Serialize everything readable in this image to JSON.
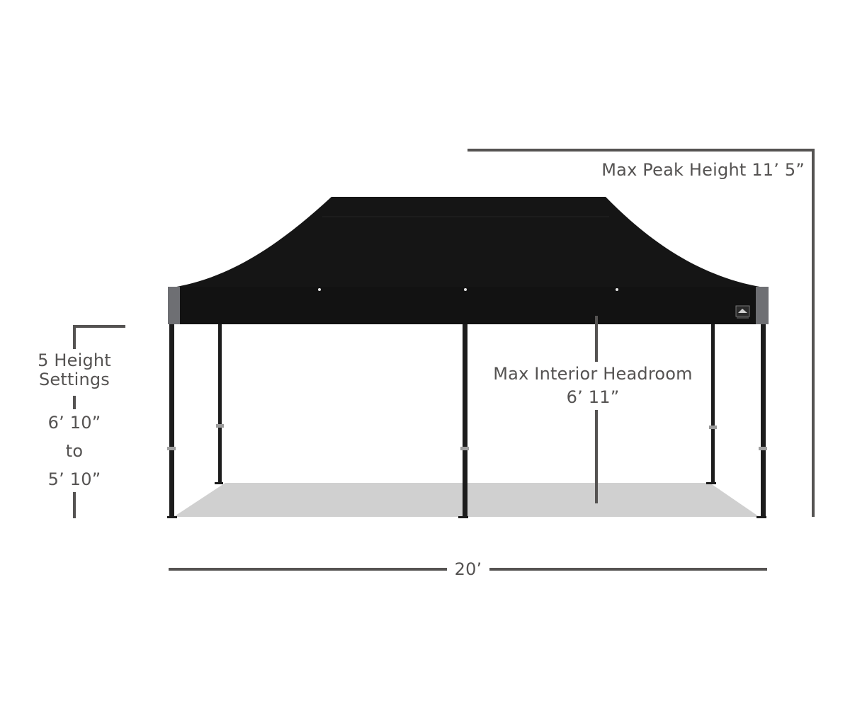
{
  "diagram": {
    "subject": "20ft pop-up canopy tent (black)",
    "colors": {
      "canopy": "#131313",
      "canopy_side_trim": "#6e6f73",
      "frame": "#1c1c1c",
      "floor": "#d0d0d0",
      "dimension_line": "#555352",
      "dimension_text": "#555352",
      "background": "#ffffff"
    },
    "dimensions": {
      "max_peak_height": {
        "label": "Max Peak Height 11’ 5”"
      },
      "height_settings": {
        "title_line1": "5 Height",
        "title_line2": "Settings",
        "max": "6’ 10”",
        "separator": "to",
        "min": "5’ 10”"
      },
      "interior_headroom": {
        "title": "Max Interior Headroom",
        "value": "6’ 11”"
      },
      "width": {
        "label": "20’"
      }
    },
    "logo": {
      "icon": "brand-logo-icon"
    }
  }
}
